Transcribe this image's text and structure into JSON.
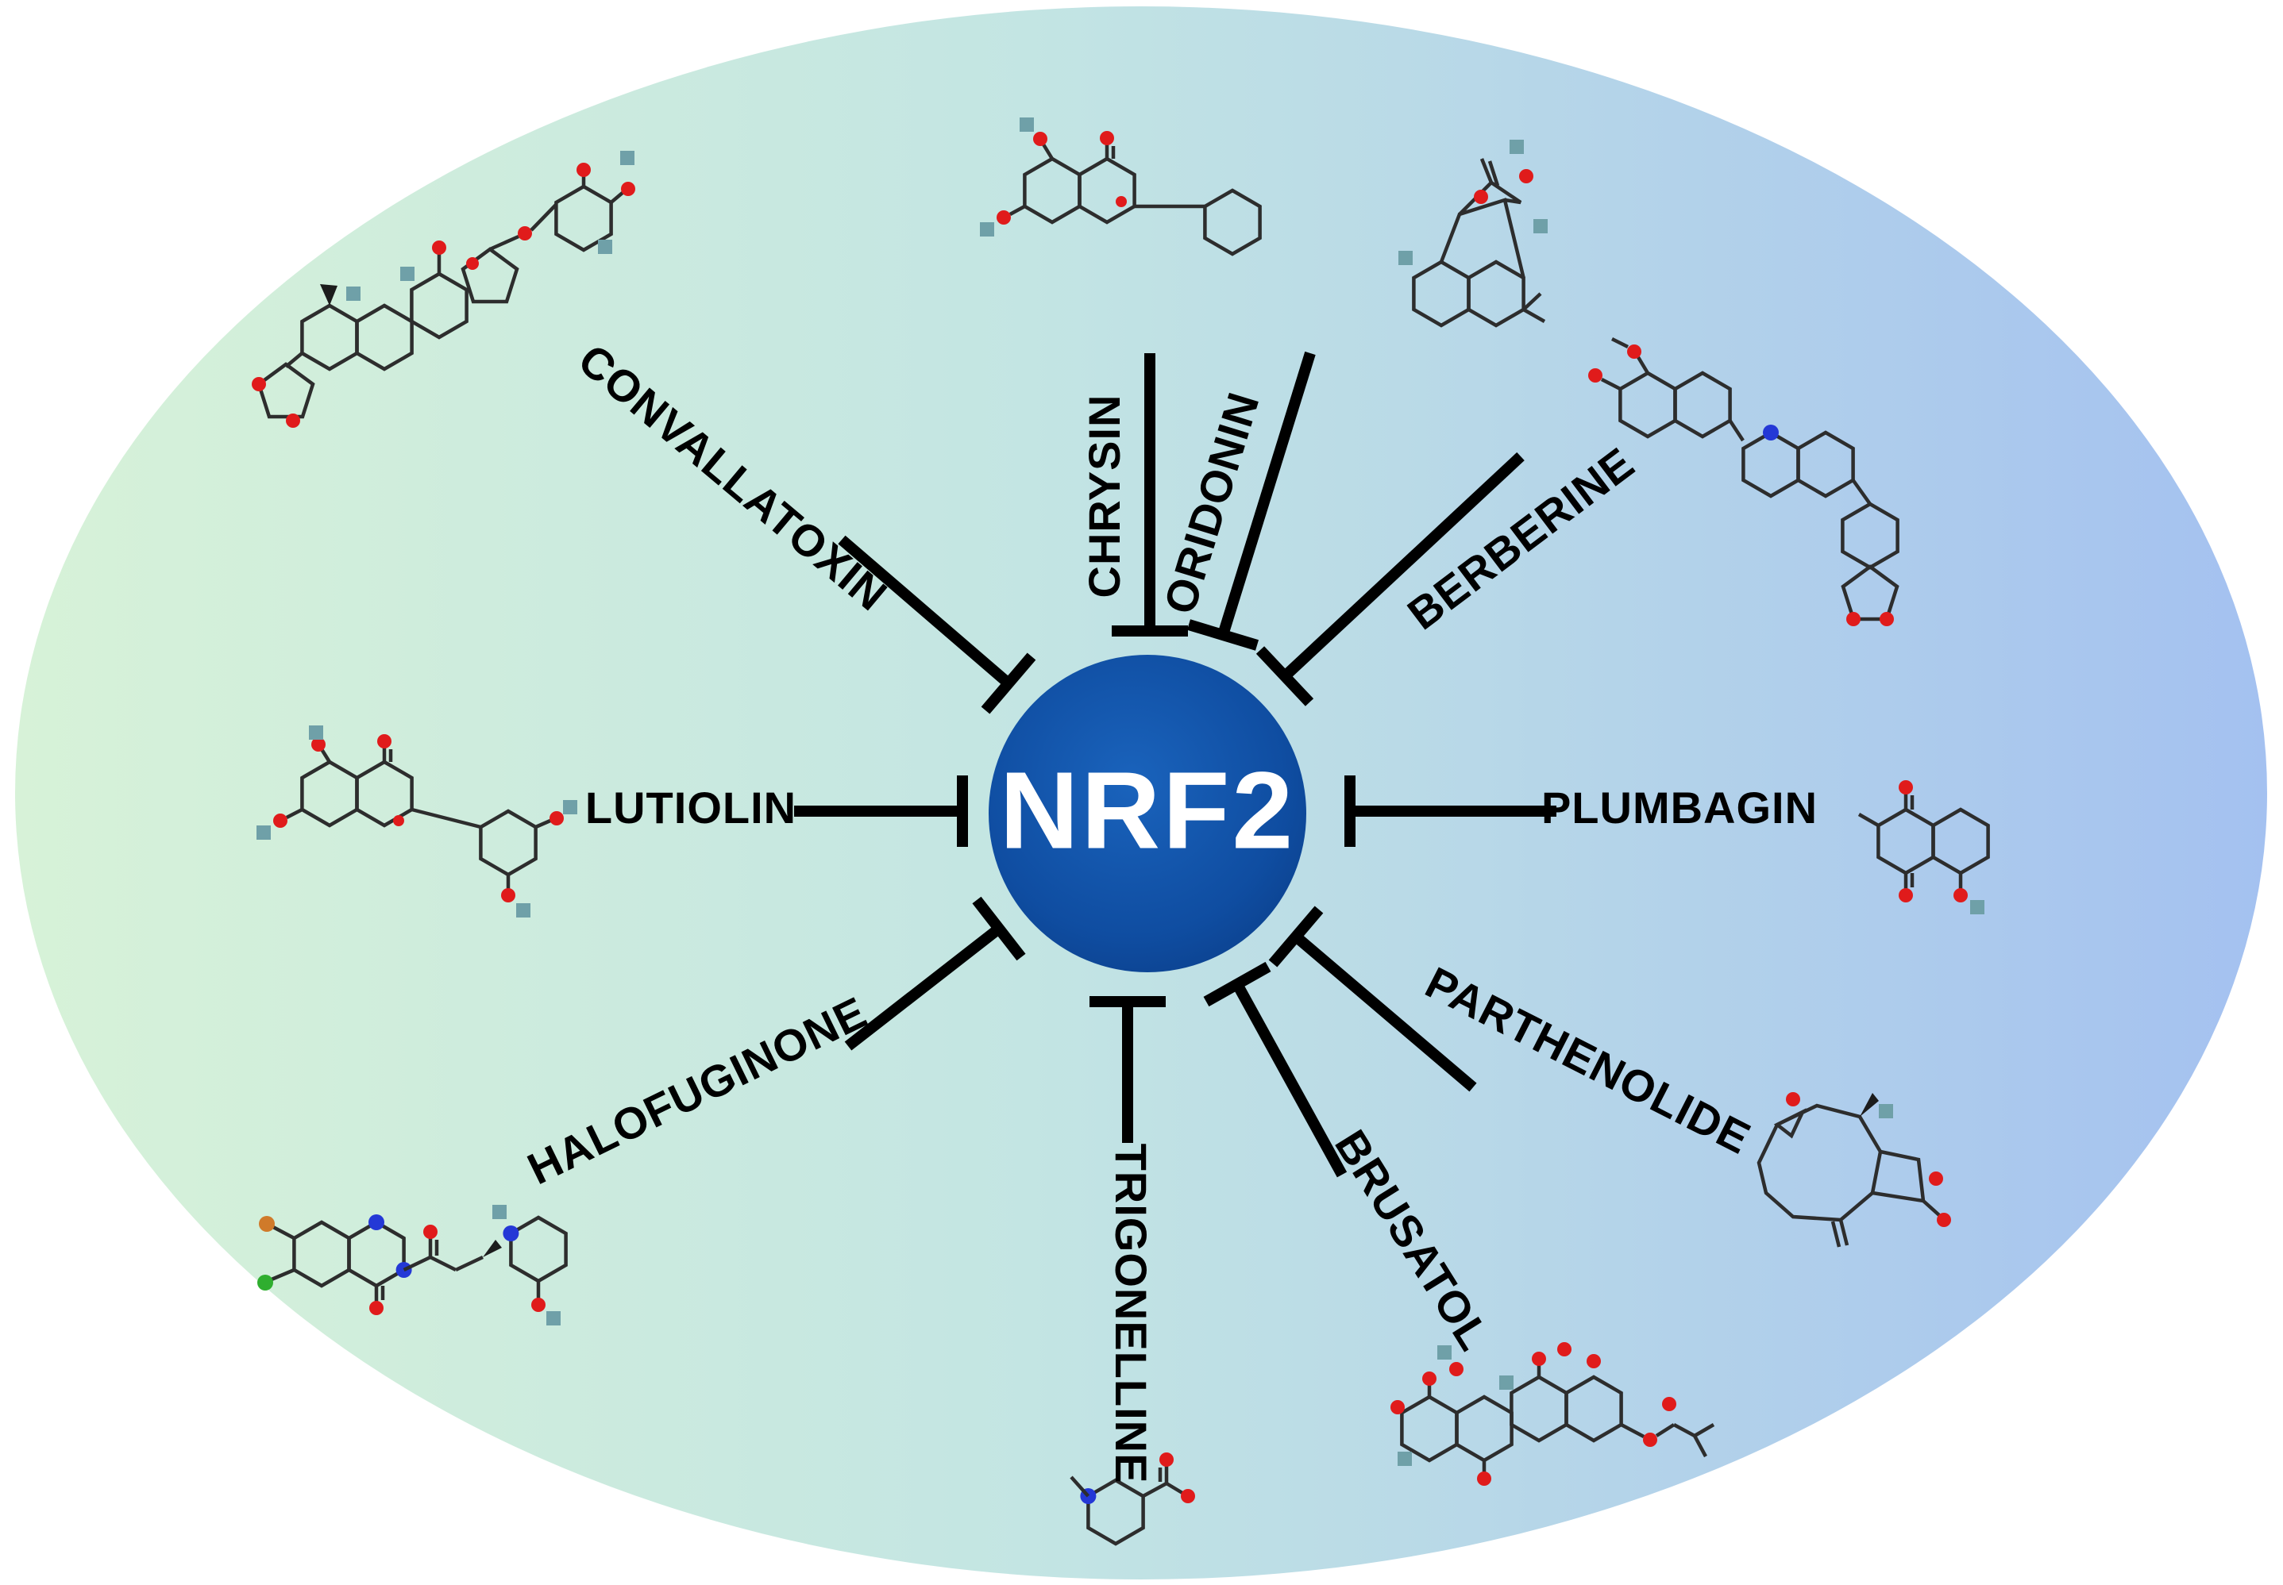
{
  "figure": {
    "center_label": "NRF2",
    "connector_style": "blunt-end inhibition bars radiating from center",
    "compounds": [
      {
        "name": "CONVALLATOXIN",
        "position": "upper-left"
      },
      {
        "name": "CHRYSIN",
        "position": "top"
      },
      {
        "name": "ORIDONIN",
        "position": "top-right-inner"
      },
      {
        "name": "BERBERINE",
        "position": "upper-right"
      },
      {
        "name": "PLUMBAGIN",
        "position": "right"
      },
      {
        "name": "PARTHENOLIDE",
        "position": "lower-right"
      },
      {
        "name": "BRUSATOL",
        "position": "lower-right-inner"
      },
      {
        "name": "TRIGONELLINE",
        "position": "bottom"
      },
      {
        "name": "HALOFUGINONE",
        "position": "lower-left"
      },
      {
        "name": "LUTIOLIN",
        "position": "left"
      }
    ],
    "colors": {
      "center_fill": "#0d4a9e",
      "center_text": "#ffffff",
      "connector": "#000000",
      "label_text": "#000000",
      "ellipse_gradient_left": "#d7f2d8",
      "ellipse_gradient_right": "#a4c1f0",
      "atom_oxygen": "#e01b1b",
      "atom_nitrogen": "#2438d6",
      "atom_chlorine": "#2fae2f",
      "atom_bromine": "#d07a2a",
      "atom_hydroxyl_marker": "#6fa0a8"
    }
  }
}
